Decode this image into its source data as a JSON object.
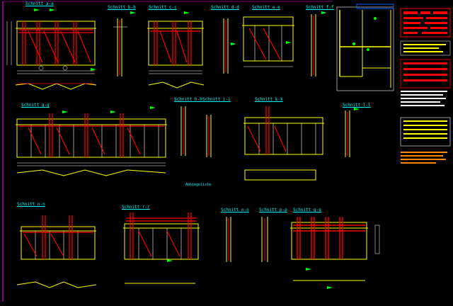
{
  "labels": {
    "s1": "Schnitt a-a",
    "s2": "Schnitt b-b",
    "s3": "Schnitt c-c",
    "s4": "Schnitt d-d",
    "s5": "Schnitt e-e",
    "s6": "Schnitt f-f",
    "s7": "Schnitt g-g",
    "s8": "Schnitt h-h",
    "s9": "Schnitt i-i",
    "s10": "Schnitt k-k",
    "s11": "Schnitt l-l",
    "s12": "Schnitt n-n",
    "s13": "Schnitt r-r",
    "s14": "Schnitt o-o",
    "s15": "Schnitt p-p",
    "s16": "Schnitt q-q",
    "s17": "Abbiegeliste"
  },
  "colors": {
    "background": "#000000",
    "rebar": "#ff0000",
    "outline": "#ffff00",
    "dimension": "#ffffff",
    "marker": "#00ff00",
    "text": "#00ffff",
    "frame": "#ff00ff"
  }
}
